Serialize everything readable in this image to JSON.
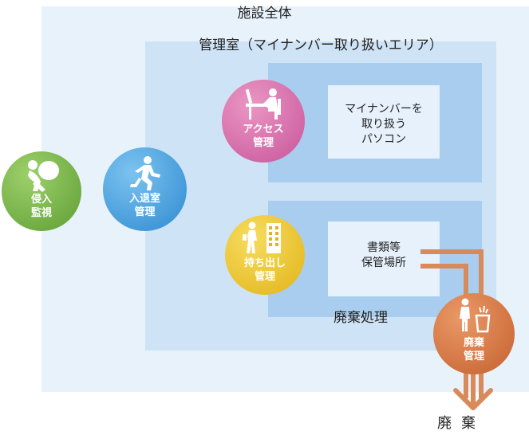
{
  "facility_title": "施設全体",
  "room_title": "管理室（マイナンバー取り扱いエリア）",
  "pc_box": {
    "line1": "マイナンバーを",
    "line2": "取り扱う",
    "line3": "パソコン"
  },
  "docs_box": {
    "line1": "書類等",
    "line2": "保管場所"
  },
  "disposal_area_title": "廃棄処理",
  "disposal_output": "廃棄",
  "circles": {
    "intrusion": {
      "line1": "侵入",
      "line2": "監視",
      "color": "#6aa83f",
      "icon": "burglar-icon"
    },
    "entry": {
      "line1": "入退室",
      "line2": "管理",
      "color": "#3a97d8",
      "icon": "running-person-icon"
    },
    "access": {
      "line1": "アクセス",
      "line2": "管理",
      "color": "#d46aa8",
      "icon": "person-at-desk-icon"
    },
    "carry": {
      "line1": "持ち出し",
      "line2": "管理",
      "color": "#e8be28",
      "icon": "person-leaving-building-icon"
    },
    "disposal": {
      "line1": "廃棄",
      "line2": "管理",
      "color": "#d0703c",
      "icon": "person-trash-icon"
    }
  },
  "flow_color": "#d98a5a"
}
